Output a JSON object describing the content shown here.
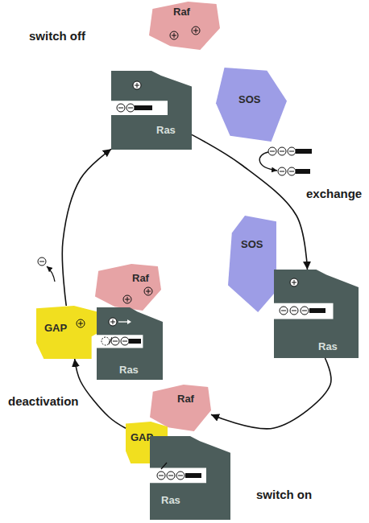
{
  "diagram": {
    "nodes": [
      {
        "text": [
          "Raf"
        ]
      },
      {
        "text": [
          "Ras"
        ]
      },
      {
        "text": [
          "SOS"
        ]
      },
      {
        "text": [
          "SOS"
        ]
      },
      {
        "text": [
          "Ras"
        ]
      },
      {
        "text": [
          "GAP"
        ]
      },
      {
        "text": [
          "Raf"
        ]
      },
      {
        "text": [
          "Ras"
        ]
      },
      {
        "text": [
          "Raf"
        ]
      },
      {
        "text": [
          "GAP"
        ]
      },
      {
        "text": [
          "Ras"
        ]
      }
    ],
    "edges": [
      {
        "from": 1,
        "to": 4,
        "arrow": "to",
        "label": "exchange"
      },
      {
        "from": 4,
        "to": 8,
        "arrow": "to"
      },
      {
        "from": 9,
        "to": 5,
        "arrow": "to",
        "label": "deactivation"
      },
      {
        "from": 5,
        "to": 1,
        "arrow": "to"
      }
    ],
    "labels": [
      "switch off",
      "switch on"
    ]
  }
}
